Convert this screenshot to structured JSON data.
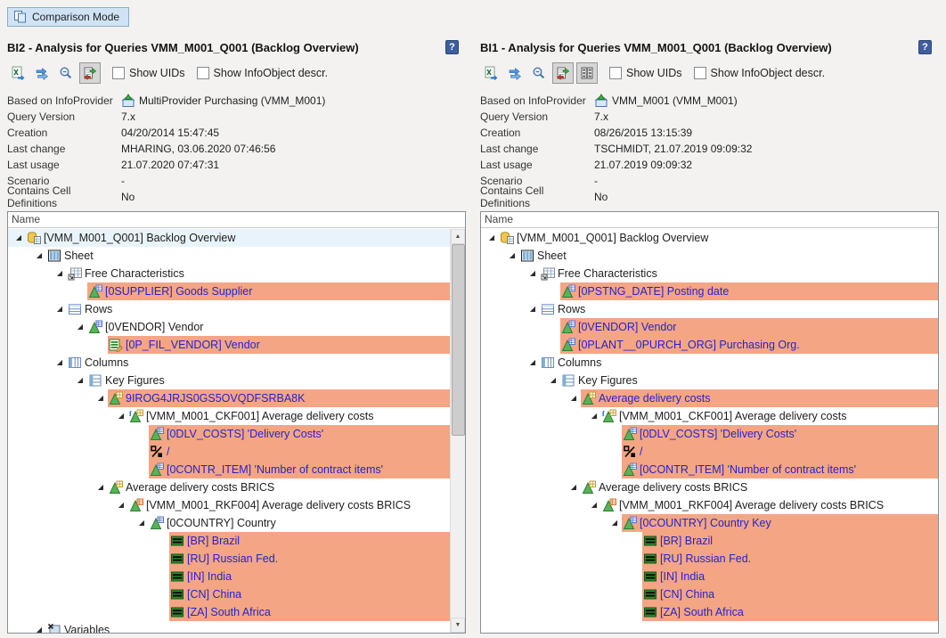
{
  "colors": {
    "salmon_highlight": "#f4a584",
    "link_blue": "#2424cc",
    "selection_blue": "#e9f3fb",
    "button_blue": "#cfe3f5"
  },
  "topbar": {
    "comparison_mode_label": "Comparison Mode"
  },
  "panels": [
    {
      "title": "BI2 - Analysis for Queries VMM_M001_Q001 (Backlog Overview)",
      "toolbar": {
        "buttons": [
          {
            "name": "export-excel-button",
            "icon": "excel-export-icon",
            "pressed": false
          },
          {
            "name": "swap-queries-button",
            "icon": "swap-arrows-icon",
            "pressed": false
          },
          {
            "name": "zoom-out-button",
            "icon": "magnifier-minus-icon",
            "pressed": false
          },
          {
            "name": "compare-view-button",
            "icon": "compare-list-icon",
            "pressed": true
          }
        ],
        "checkboxes": [
          {
            "label": "Show UIDs",
            "checked": false
          },
          {
            "label": "Show InfoObject descr.",
            "checked": false
          }
        ]
      },
      "info": [
        {
          "label": "Based on InfoProvider",
          "value": "MultiProvider Purchasing (VMM_M001)",
          "icon": "infoprovider-icon"
        },
        {
          "label": "Query Version",
          "value": "7.x"
        },
        {
          "label": "Creation",
          "value": "04/20/2014 15:47:45"
        },
        {
          "label": "Last change",
          "value": "MHARING, 03.06.2020 07:46:56"
        },
        {
          "label": "Last usage",
          "value": "21.07.2020 07:47:31"
        },
        {
          "label": "Scenario",
          "value": "-"
        },
        {
          "label": "Contains Cell Definitions",
          "value": "No"
        }
      ],
      "tree": {
        "header": "Name",
        "scrollbar": true,
        "rows": [
          {
            "level": 0,
            "expander": true,
            "icon": "query-icon",
            "text": "[VMM_M001_Q001] Backlog Overview",
            "bg": "selected"
          },
          {
            "level": 1,
            "expander": true,
            "icon": "sheet-icon",
            "text": "Sheet"
          },
          {
            "level": 2,
            "expander": true,
            "icon": "free-chars-icon",
            "text": "Free Characteristics"
          },
          {
            "level": 3,
            "expander": false,
            "icon": "characteristic-icon",
            "text": "[0SUPPLIER] Goods Supplier",
            "bg": "salmon",
            "blue": true
          },
          {
            "level": 2,
            "expander": true,
            "icon": "rows-icon",
            "text": "Rows"
          },
          {
            "level": 3,
            "expander": true,
            "icon": "characteristic-icon",
            "text": "[0VENDOR] Vendor"
          },
          {
            "level": 4,
            "expander": false,
            "icon": "variable-icon",
            "text": "[0P_FIL_VENDOR] Vendor",
            "bg": "salmon",
            "blue": true
          },
          {
            "level": 2,
            "expander": true,
            "icon": "columns-icon",
            "text": "Columns"
          },
          {
            "level": 3,
            "expander": true,
            "icon": "key-figures-icon",
            "text": "Key Figures"
          },
          {
            "level": 4,
            "expander": true,
            "icon": "structure-sel-icon",
            "text": "9IROG4JRJS0GS5OVQDFSRBA8K",
            "bg": "salmon",
            "blue": true
          },
          {
            "level": 5,
            "expander": true,
            "icon": "formula-icon",
            "text": "[VMM_M001_CKF001] Average delivery costs"
          },
          {
            "level": 6,
            "expander": false,
            "icon": "characteristic-icon",
            "text": "[0DLV_COSTS] 'Delivery Costs'",
            "bg": "salmon",
            "blue": true
          },
          {
            "level": 6,
            "expander": false,
            "icon": "operator-icon",
            "text": "/",
            "bg": "salmon",
            "blue": true
          },
          {
            "level": 6,
            "expander": false,
            "icon": "characteristic-icon",
            "text": "[0CONTR_ITEM] 'Number of contract items'",
            "bg": "salmon",
            "blue": true
          },
          {
            "level": 4,
            "expander": true,
            "icon": "structure-sel-icon",
            "text": "Average delivery costs BRICS"
          },
          {
            "level": 5,
            "expander": true,
            "icon": "restricted-kf-icon",
            "text": "[VMM_M001_RKF004] Average delivery costs BRICS"
          },
          {
            "level": 6,
            "expander": true,
            "icon": "characteristic-icon",
            "text": "[0COUNTRY] Country"
          },
          {
            "level": 7,
            "expander": false,
            "icon": "value-icon",
            "text": "[BR] Brazil",
            "bg": "salmon",
            "blue": true
          },
          {
            "level": 7,
            "expander": false,
            "icon": "value-icon",
            "text": "[RU] Russian Fed.",
            "bg": "salmon",
            "blue": true
          },
          {
            "level": 7,
            "expander": false,
            "icon": "value-icon",
            "text": "[IN] India",
            "bg": "salmon",
            "blue": true
          },
          {
            "level": 7,
            "expander": false,
            "icon": "value-icon",
            "text": "[CN] China",
            "bg": "salmon",
            "blue": true
          },
          {
            "level": 7,
            "expander": false,
            "icon": "value-icon",
            "text": "[ZA] South Africa",
            "bg": "salmon",
            "blue": true
          },
          {
            "level": 1,
            "expander": true,
            "icon": "variables-icon",
            "text": "Variables"
          }
        ]
      }
    },
    {
      "title": "BI1 - Analysis for Queries VMM_M001_Q001 (Backlog Overview)",
      "toolbar": {
        "buttons": [
          {
            "name": "export-excel-button",
            "icon": "excel-export-icon",
            "pressed": false
          },
          {
            "name": "swap-queries-button",
            "icon": "swap-arrows-icon",
            "pressed": false
          },
          {
            "name": "zoom-out-button",
            "icon": "magnifier-minus-icon",
            "pressed": false
          },
          {
            "name": "compare-view-button",
            "icon": "compare-list-icon",
            "pressed": true
          },
          {
            "name": "side-by-side-button",
            "icon": "grid-pair-icon",
            "pressed": true
          }
        ],
        "checkboxes": [
          {
            "label": "Show UIDs",
            "checked": false
          },
          {
            "label": "Show InfoObject descr.",
            "checked": false
          }
        ]
      },
      "info": [
        {
          "label": "Based on InfoProvider",
          "value": "VMM_M001 (VMM_M001)",
          "icon": "infoprovider-icon"
        },
        {
          "label": "Query Version",
          "value": "7.x"
        },
        {
          "label": "Creation",
          "value": "08/26/2015 13:15:39"
        },
        {
          "label": "Last change",
          "value": "TSCHMIDT, 21.07.2019 09:09:32"
        },
        {
          "label": "Last usage",
          "value": "21.07.2019 09:09:32"
        },
        {
          "label": "Scenario",
          "value": "-"
        },
        {
          "label": "Contains Cell Definitions",
          "value": "No"
        }
      ],
      "tree": {
        "header": "Name",
        "scrollbar": false,
        "rows": [
          {
            "level": 0,
            "expander": true,
            "icon": "query-icon",
            "text": "[VMM_M001_Q001] Backlog Overview"
          },
          {
            "level": 1,
            "expander": true,
            "icon": "sheet-icon",
            "text": "Sheet"
          },
          {
            "level": 2,
            "expander": true,
            "icon": "free-chars-icon",
            "text": "Free Characteristics"
          },
          {
            "level": 3,
            "expander": false,
            "icon": "characteristic-icon",
            "text": "[0PSTNG_DATE] Posting date",
            "bg": "salmon",
            "blue": true
          },
          {
            "level": 2,
            "expander": true,
            "icon": "rows-icon",
            "text": "Rows"
          },
          {
            "level": 3,
            "expander": false,
            "icon": "characteristic-icon",
            "text": "[0VENDOR] Vendor",
            "bg": "salmon",
            "blue": true
          },
          {
            "level": 3,
            "expander": false,
            "icon": "characteristic-icon",
            "text": "[0PLANT__0PURCH_ORG] Purchasing Org.",
            "bg": "salmon",
            "blue": true
          },
          {
            "level": 2,
            "expander": true,
            "icon": "columns-icon",
            "text": "Columns"
          },
          {
            "level": 3,
            "expander": true,
            "icon": "key-figures-icon",
            "text": "Key Figures"
          },
          {
            "level": 4,
            "expander": true,
            "icon": "structure-sel-icon",
            "text": "Average delivery costs",
            "bg": "salmon",
            "blue": true
          },
          {
            "level": 5,
            "expander": true,
            "icon": "formula-icon",
            "text": "[VMM_M001_CKF001] Average delivery costs"
          },
          {
            "level": 6,
            "expander": false,
            "icon": "characteristic-icon",
            "text": "[0DLV_COSTS] 'Delivery Costs'",
            "bg": "salmon",
            "blue": true
          },
          {
            "level": 6,
            "expander": false,
            "icon": "operator-icon",
            "text": "/",
            "bg": "salmon",
            "blue": true
          },
          {
            "level": 6,
            "expander": false,
            "icon": "characteristic-icon",
            "text": "[0CONTR_ITEM] 'Number of contract items'",
            "bg": "salmon",
            "blue": true
          },
          {
            "level": 4,
            "expander": true,
            "icon": "structure-sel-icon",
            "text": "Average delivery costs BRICS"
          },
          {
            "level": 5,
            "expander": true,
            "icon": "restricted-kf-icon",
            "text": "[VMM_M001_RKF004] Average delivery costs BRICS"
          },
          {
            "level": 6,
            "expander": true,
            "icon": "characteristic-icon",
            "text": "[0COUNTRY] Country Key",
            "bg": "salmon",
            "blue": true
          },
          {
            "level": 7,
            "expander": false,
            "icon": "value-icon",
            "text": "[BR] Brazil",
            "bg": "salmon",
            "blue": true
          },
          {
            "level": 7,
            "expander": false,
            "icon": "value-icon",
            "text": "[RU] Russian Fed.",
            "bg": "salmon",
            "blue": true
          },
          {
            "level": 7,
            "expander": false,
            "icon": "value-icon",
            "text": "[IN] India",
            "bg": "salmon",
            "blue": true
          },
          {
            "level": 7,
            "expander": false,
            "icon": "value-icon",
            "text": "[CN] China",
            "bg": "salmon",
            "blue": true
          },
          {
            "level": 7,
            "expander": false,
            "icon": "value-icon",
            "text": "[ZA] South Africa",
            "bg": "salmon",
            "blue": true
          }
        ]
      }
    }
  ]
}
